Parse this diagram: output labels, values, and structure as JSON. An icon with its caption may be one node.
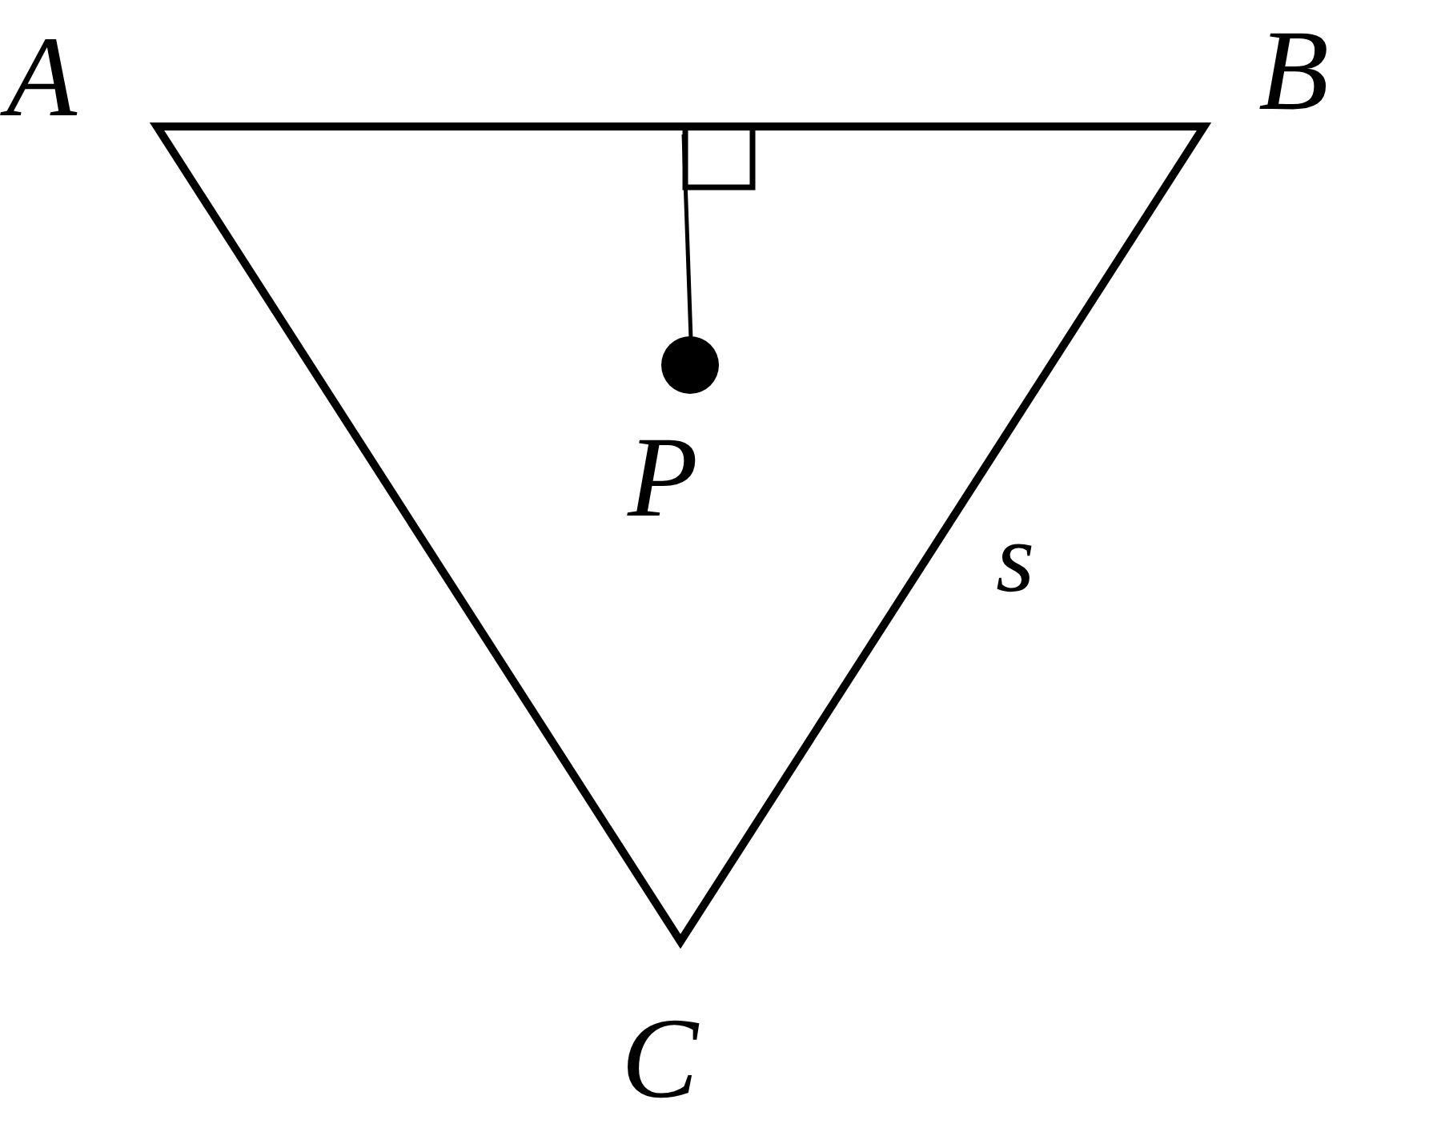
{
  "diagram": {
    "labels": [
      "A",
      "B",
      "P",
      "s",
      "C"
    ]
  }
}
